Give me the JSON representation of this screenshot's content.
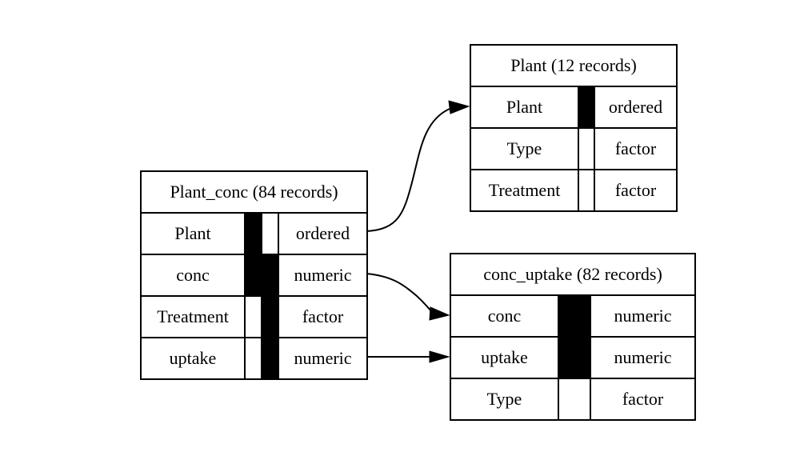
{
  "canvas": {
    "background": "#ffffff",
    "line_color": "#000000",
    "fill_black": "#000000",
    "fill_white": "#ffffff"
  },
  "tables": {
    "plant_conc": {
      "title": "Plant_conc (84 records)",
      "rows": [
        {
          "name": "Plant",
          "type": "ordered",
          "keys": [
            "#000000",
            "#ffffff"
          ]
        },
        {
          "name": "conc",
          "type": "numeric",
          "keys": [
            "#000000",
            "#000000"
          ]
        },
        {
          "name": "Treatment",
          "type": "factor",
          "keys": [
            "#ffffff",
            "#000000"
          ]
        },
        {
          "name": "uptake",
          "type": "numeric",
          "keys": [
            "#ffffff",
            "#000000"
          ]
        }
      ]
    },
    "plant": {
      "title": "Plant (12 records)",
      "rows": [
        {
          "name": "Plant",
          "type": "ordered",
          "keys": [
            "#000000"
          ]
        },
        {
          "name": "Type",
          "type": "factor",
          "keys": [
            "#ffffff"
          ]
        },
        {
          "name": "Treatment",
          "type": "factor",
          "keys": [
            "#ffffff"
          ]
        }
      ]
    },
    "conc_uptake": {
      "title": "conc_uptake (82 records)",
      "rows": [
        {
          "name": "conc",
          "type": "numeric",
          "keys": [
            "#000000"
          ]
        },
        {
          "name": "uptake",
          "type": "numeric",
          "keys": [
            "#000000"
          ]
        },
        {
          "name": "Type",
          "type": "factor",
          "keys": [
            "#ffffff"
          ]
        }
      ]
    }
  },
  "relationships": [
    {
      "from": "Plant_conc.Plant",
      "to": "Plant.Plant"
    },
    {
      "from": "Plant_conc.conc",
      "to": "conc_uptake.conc"
    },
    {
      "from": "Plant_conc.uptake",
      "to": "conc_uptake.uptake"
    }
  ]
}
